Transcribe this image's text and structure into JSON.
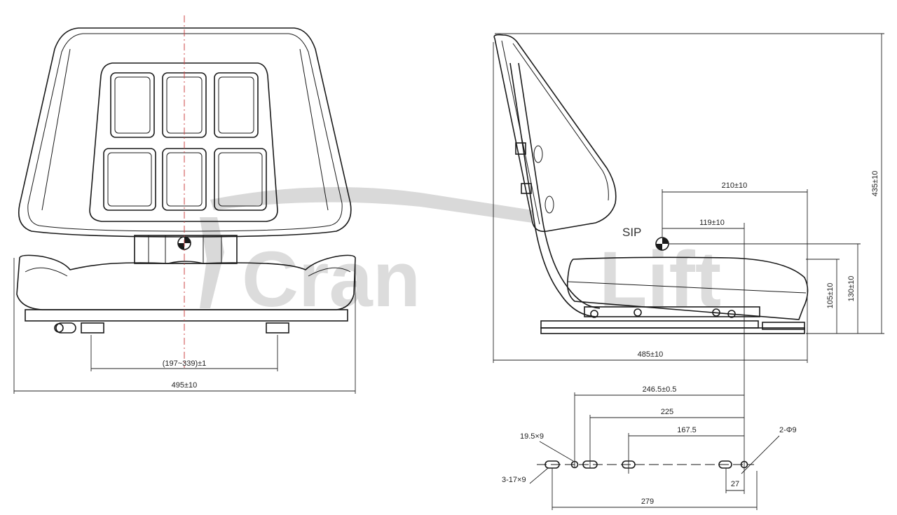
{
  "watermark": {
    "text_left": "Cran",
    "text_right": "Lift"
  },
  "labels": {
    "front_pivot_span": "(197~339)±1",
    "front_width": "495±10",
    "sip": "SIP",
    "sip_to_back": "210±10",
    "sip_to_rear_hole": "119±10",
    "overall_height": "435±10",
    "seat_height_a": "105±10",
    "seat_height_b": "130±10",
    "overall_depth": "485±10",
    "hole_span_1": "246.5±0.5",
    "hole_span_2": "225",
    "hole_span_3": "167.5",
    "slot_size": "19.5×9",
    "hole_spec": "2-Φ9",
    "slots_spec": "3-17×9",
    "hole_offset": "27",
    "hole_total": "279"
  },
  "colors": {
    "line": "#1a1a1a",
    "watermark": "#d9d9d9"
  }
}
